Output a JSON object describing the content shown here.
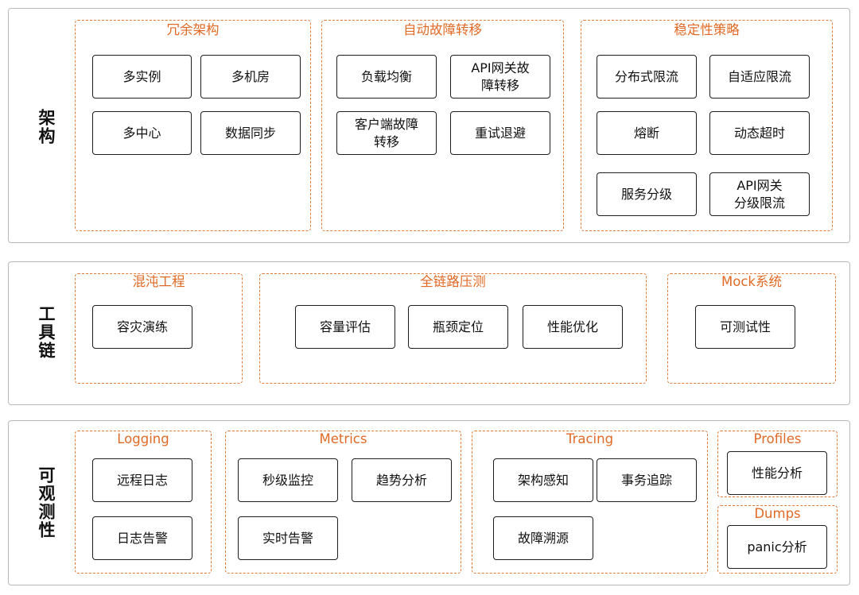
{
  "sections": [
    {
      "label": "架构",
      "groups": [
        {
          "title": "冗余架构",
          "items": [
            "多实例",
            "多机房",
            "多中心",
            "数据同步"
          ]
        },
        {
          "title": "自动故障转移",
          "items": [
            "负载均衡",
            "API网关故\n障转移",
            "客户端故障\n转移",
            "重试退避"
          ]
        },
        {
          "title": "稳定性策略",
          "items": [
            "分布式限流",
            "自适应限流",
            "熔断",
            "动态超时",
            "服务分级",
            "API网关\n分级限流"
          ]
        }
      ]
    },
    {
      "label": "工具链",
      "groups": [
        {
          "title": "混沌工程",
          "items": [
            "容灾演练"
          ]
        },
        {
          "title": "全链路压测",
          "items": [
            "容量评估",
            "瓶颈定位",
            "性能优化"
          ]
        },
        {
          "title": "Mock系统",
          "items": [
            "可测试性"
          ]
        }
      ]
    },
    {
      "label": "可观测性",
      "groups": [
        {
          "title": "Logging",
          "items": [
            "远程日志",
            "日志告警"
          ]
        },
        {
          "title": "Metrics",
          "items": [
            "秒级监控",
            "趋势分析",
            "实时告警"
          ]
        },
        {
          "title": "Tracing",
          "items": [
            "架构感知",
            "事务追踪",
            "故障溯源"
          ]
        },
        {
          "title": "Profiles",
          "items": [
            "性能分析"
          ]
        },
        {
          "title": "Dumps",
          "items": [
            "panic分析"
          ]
        }
      ]
    }
  ],
  "colors": {
    "accent": "#e06a25",
    "dash": "#e07a3a",
    "box_border": "#1d1d1d",
    "panel_border": "#b9b9b9"
  }
}
